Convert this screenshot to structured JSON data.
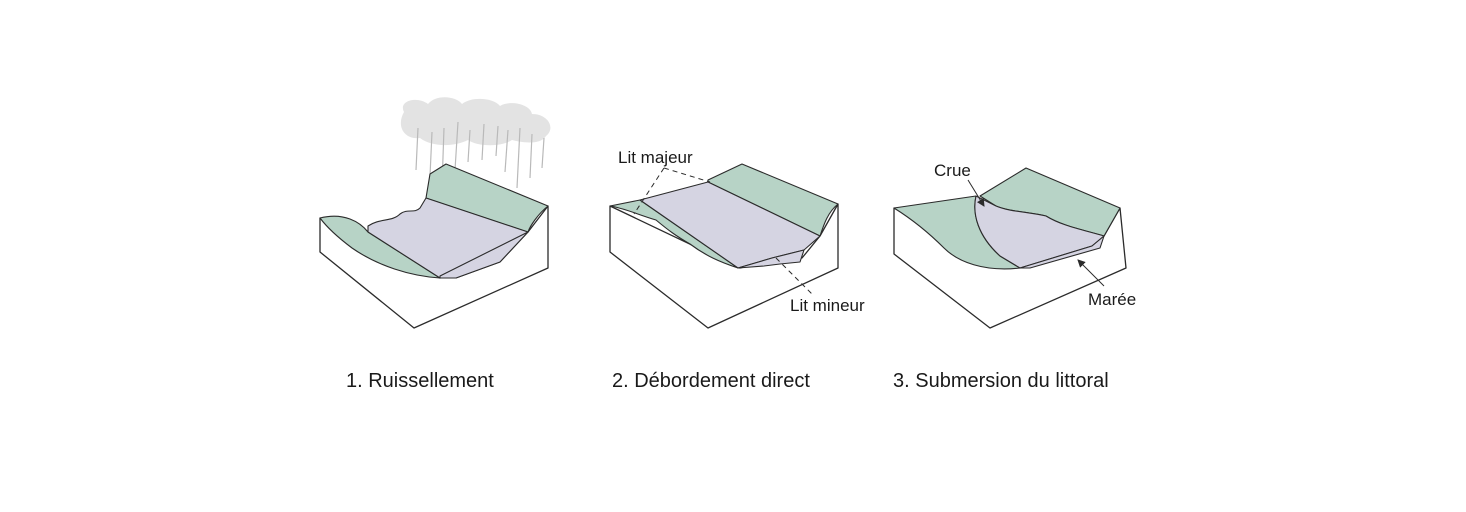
{
  "colors": {
    "land": "#b7d3c6",
    "water": "#d5d4e2",
    "cloud": "#e3e3e3",
    "line": "#2b2b2b",
    "rain": "#b9b9b9"
  },
  "panels": [
    {
      "caption": "1. Ruissellement",
      "labels": []
    },
    {
      "caption": "2. Débordement direct",
      "labels": [
        "Lit majeur",
        "Lit mineur"
      ]
    },
    {
      "caption": "3. Submersion du littoral",
      "labels": [
        "Crue",
        "Marée"
      ]
    }
  ]
}
